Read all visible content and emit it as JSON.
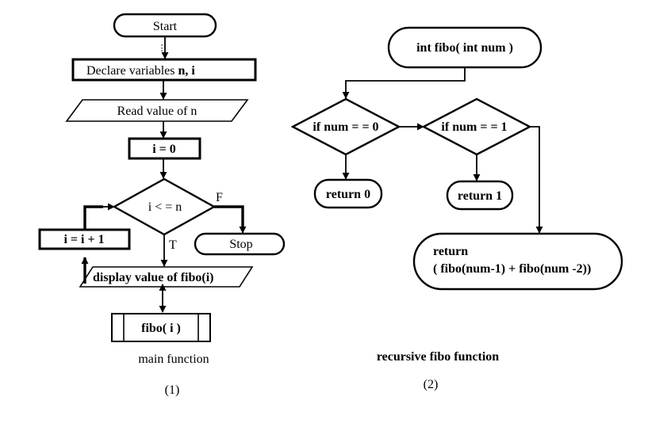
{
  "main_flowchart": {
    "start": "Start",
    "declare_prefix": "Declare variables ",
    "declare_vars": "n, i",
    "read": "Read value of  n",
    "init": "i = 0",
    "condition": "i < = n",
    "false_label": "F",
    "true_label": "T",
    "stop": "Stop",
    "increment": "i = i + 1",
    "display": "display value of fibo(i)",
    "call": "fibo( i )",
    "caption": "main function",
    "figure_number": "(1)"
  },
  "recursive_flowchart": {
    "signature": "int fibo( int num )",
    "check_zero": "if num = = 0",
    "check_one": "if num = = 1",
    "return_zero": "return 0",
    "return_one": "return 1",
    "return_keyword": "return",
    "return_expr": "( fibo(num-1) + fibo(num -2))",
    "caption": "recursive fibo function",
    "figure_number": "(2)"
  }
}
